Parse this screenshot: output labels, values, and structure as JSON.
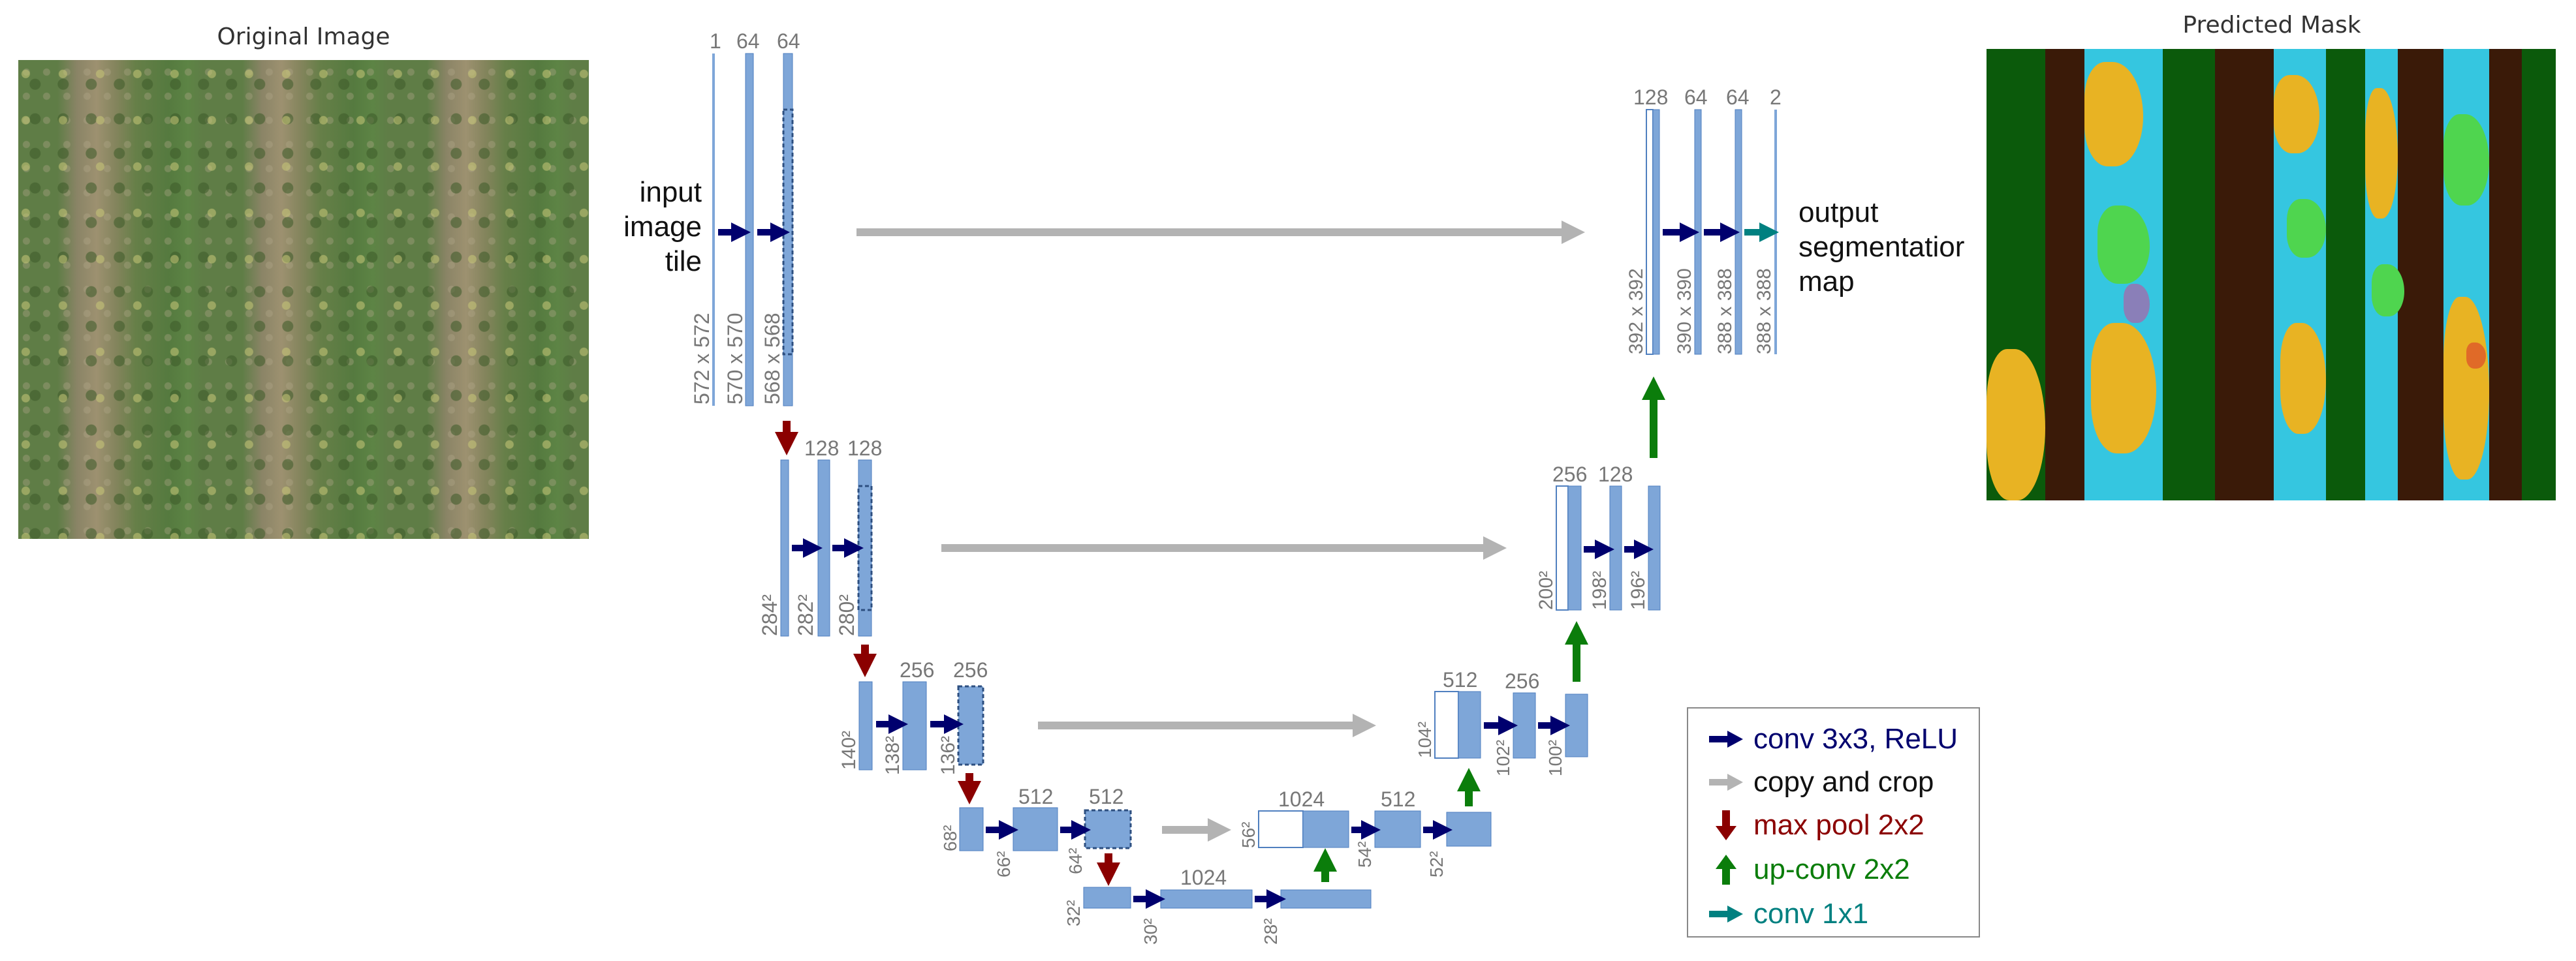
{
  "original_panel": {
    "title": "Original Image"
  },
  "mask_panel": {
    "title": "Predicted Mask"
  },
  "colors": {
    "block": "#7ea6d8",
    "block_edge": "#4f7fbf",
    "conv_arrow": "#00006e",
    "copy_arrow": "#b3b3b3",
    "pool_arrow": "#8b0000",
    "upconv_arrow": "#0b7d0b",
    "conv1x1_arrow": "#008080",
    "mask_green": "#0b5a0b",
    "mask_brown": "#3a1a08",
    "mask_cyan": "#35c6e0",
    "mask_yellow": "#e8b323",
    "mask_lime": "#4fd54f",
    "mask_purple": "#8a7fb8",
    "mask_orange": "#e06a28"
  },
  "input_label": [
    "input",
    "image",
    "tile"
  ],
  "output_label": [
    "output",
    "segmentatior",
    "map"
  ],
  "channels": {
    "l1": [
      "1",
      "64",
      "64"
    ],
    "l2": [
      "128",
      "128"
    ],
    "l3": [
      "256",
      "256"
    ],
    "l4": [
      "512",
      "512"
    ],
    "bottom": [
      "1024"
    ],
    "u4": [
      "1024",
      "512"
    ],
    "u3": [
      "512",
      "256"
    ],
    "u2": [
      "256",
      "128"
    ],
    "u1": [
      "128",
      "64",
      "64",
      "2"
    ]
  },
  "sizes": {
    "l1": [
      "572 x 572",
      "570 x 570",
      "568 x 568"
    ],
    "l2": [
      "284²",
      "282²",
      "280²"
    ],
    "l3": [
      "140²",
      "138²",
      "136²"
    ],
    "l4": [
      "68²",
      "66²",
      "64²"
    ],
    "bottom": [
      "32²",
      "30²",
      "28²"
    ],
    "u4": [
      "56²",
      "54²",
      "52²"
    ],
    "u3": [
      "104²",
      "102²",
      "100²"
    ],
    "u2": [
      "200²",
      "198²",
      "196²"
    ],
    "u1": [
      "392 x 392",
      "390 x 390",
      "388 x 388",
      "388 x 388"
    ]
  },
  "legend": [
    {
      "label": "conv 3x3, ReLU",
      "arrow": "conv-arrow",
      "color": "#00006e"
    },
    {
      "label": "copy and crop",
      "arrow": "copy-arrow",
      "color": "#111111"
    },
    {
      "label": "max pool 2x2",
      "arrow": "pool-arrow",
      "color": "#8b0000"
    },
    {
      "label": "up-conv 2x2",
      "arrow": "upconv-arrow",
      "color": "#0b7d0b"
    },
    {
      "label": "conv 1x1",
      "arrow": "conv1x1-arrow",
      "color": "#008080"
    }
  ]
}
